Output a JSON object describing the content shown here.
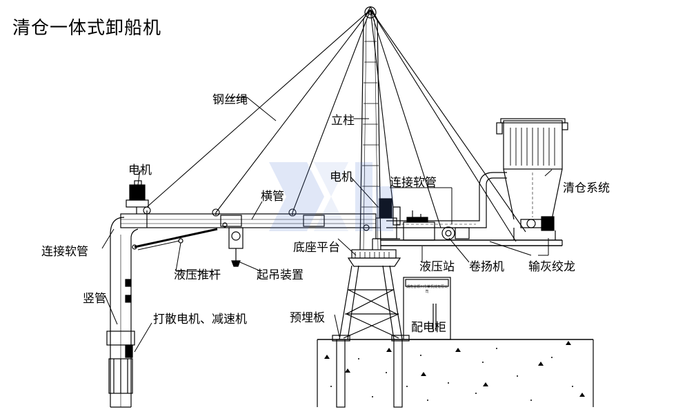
{
  "title": "清仓一体式卸船机",
  "labels": {
    "wire_rope": "钢丝绳",
    "column": "立柱",
    "motor_top": "电机",
    "motor_mid": "电机",
    "connect_hose_left": "连接软管",
    "connect_hose_right": "连接软管",
    "cross_pipe": "横管",
    "clean_system": "清仓系统",
    "base_platform": "底座平台",
    "hydraulic_pusher": "液压推杆",
    "lifting_device": "起吊装置",
    "vertical_pipe": "竖管",
    "hydraulic_station": "液压站",
    "winch": "卷扬机",
    "ash_screw": "输灰绞龙",
    "scatter_motor": "打散电机、减速机",
    "embedded_plate": "预埋板",
    "distribution_cabinet": "配电柜"
  },
  "cabinet_plate_text": "湖南省郴州市某机械有限公司",
  "colors": {
    "line": "#000000",
    "watermark": "#5a7fd6"
  }
}
